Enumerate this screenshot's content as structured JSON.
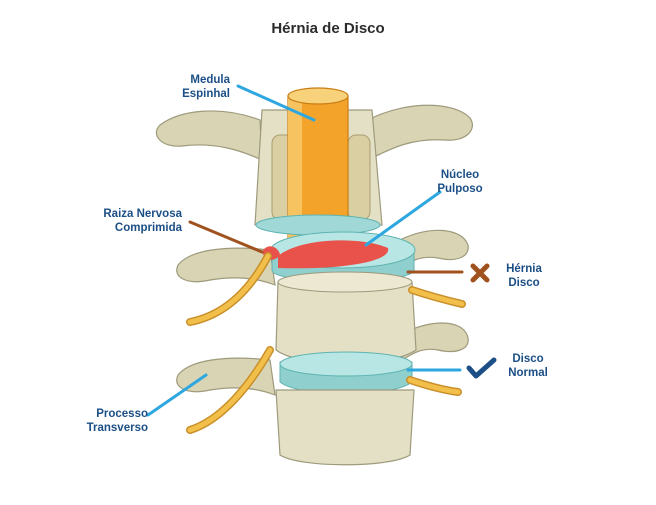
{
  "title": "Hérnia de Disco",
  "labels": {
    "medula": [
      "Medula",
      "Espinhal"
    ],
    "raiza": [
      "Raiza Nervosa",
      "Comprimida"
    ],
    "processo": [
      "Processo",
      "Transverso"
    ],
    "nucleo": [
      "Núcleo",
      "Pulposo"
    ],
    "hernia": [
      "Hérnia",
      "Disco"
    ],
    "normal": [
      "Disco",
      "Normal"
    ]
  },
  "icons": {
    "hernia_marker": "cross-icon",
    "normal_marker": "check-icon"
  },
  "colors": {
    "label_text": "#1c4f86",
    "pointer_blue": "#2ea7e0",
    "pointer_brown": "#a0521e",
    "bone": "#e4e0c6",
    "disc": "#9fd8d6",
    "spinal_cord": "#f3a32a",
    "nucleus": "#e8524a",
    "nerve": "#f2bf4a"
  }
}
